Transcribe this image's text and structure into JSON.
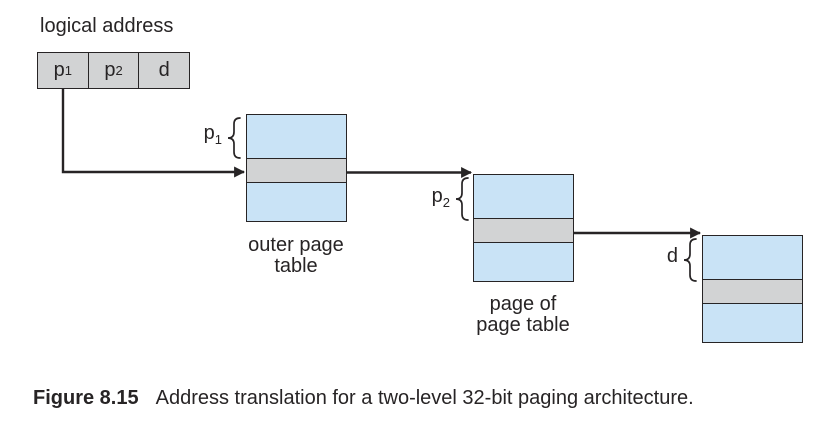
{
  "logical_address": {
    "title": "logical address",
    "cells": [
      {
        "base": "p",
        "sub": "1"
      },
      {
        "base": "p",
        "sub": "2"
      },
      {
        "base": "d",
        "sub": ""
      }
    ]
  },
  "tables": [
    {
      "index": {
        "base": "p",
        "sub": "1"
      },
      "caption": [
        "outer page",
        "table"
      ]
    },
    {
      "index": {
        "base": "p",
        "sub": "2"
      },
      "caption": [
        "page of",
        "page table"
      ]
    },
    {
      "index": {
        "base": "d",
        "sub": ""
      },
      "caption": []
    }
  ],
  "figure_caption": {
    "label": "Figure 8.15",
    "text": "Address translation for a two-level 32-bit paging architecture."
  },
  "colors": {
    "background": "#ffffff",
    "ink": "#272425",
    "table_fill": "#c9e3f6",
    "gray_fill": "#d2d3d4"
  }
}
